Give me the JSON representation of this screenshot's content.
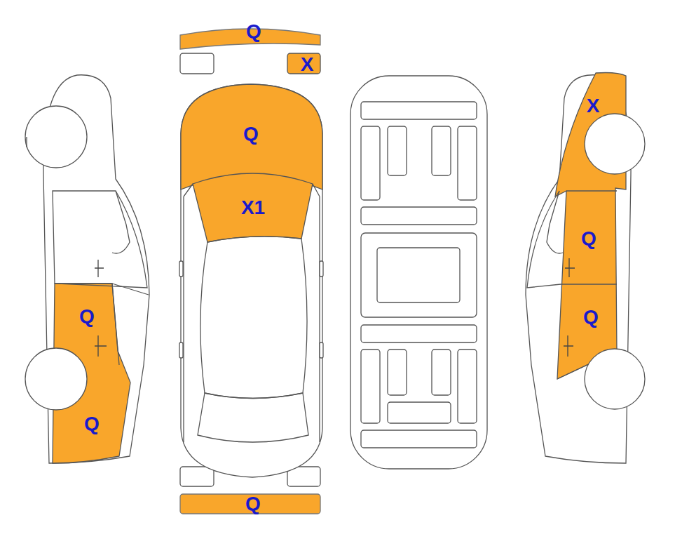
{
  "diagram": {
    "labels": [
      "Q",
      "X",
      "X",
      "Q",
      "X1",
      "Q",
      "Q",
      "Q",
      "Q",
      "Q"
    ]
  }
}
